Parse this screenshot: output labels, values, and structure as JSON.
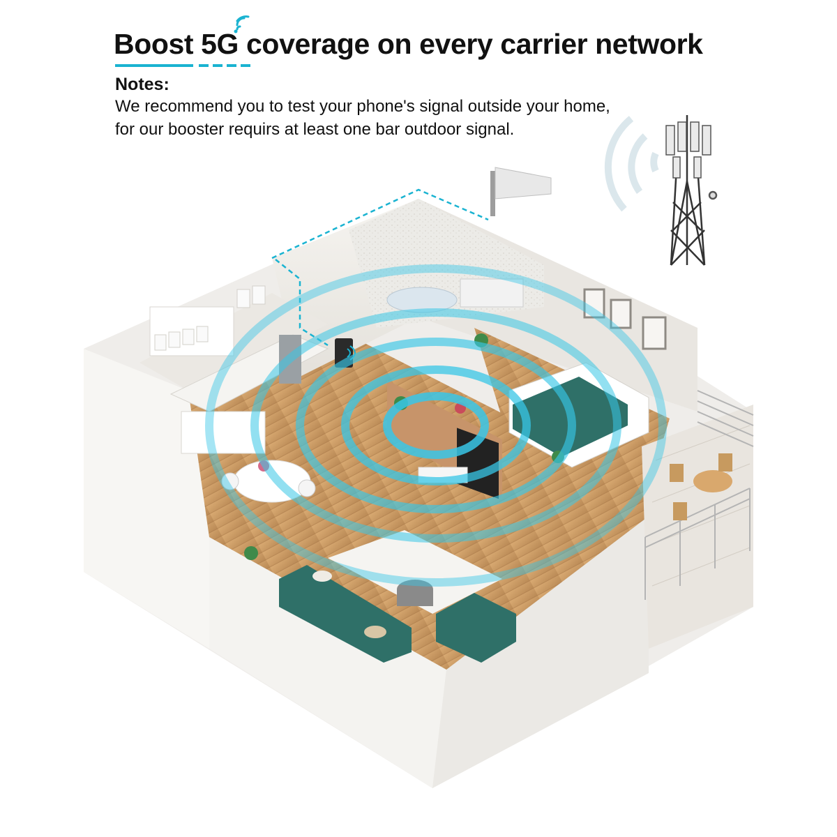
{
  "headline": "Boost 5G coverage on every carrier network",
  "notes": {
    "title": "Notes:",
    "lines": [
      "We recommend you to test your phone's signal outside your home,",
      "for our booster requirs at least one bar outdoor signal."
    ]
  },
  "colors": {
    "accent": "#1ab3d1",
    "wave": "#38c6e6",
    "floor": "#c99a66",
    "wall": "#f2f0ec",
    "teal_furniture": "#2f7068"
  },
  "icons": [
    "wifi-signal-icon",
    "cell-tower-icon",
    "outdoor-antenna-icon",
    "signal-booster-icon"
  ]
}
